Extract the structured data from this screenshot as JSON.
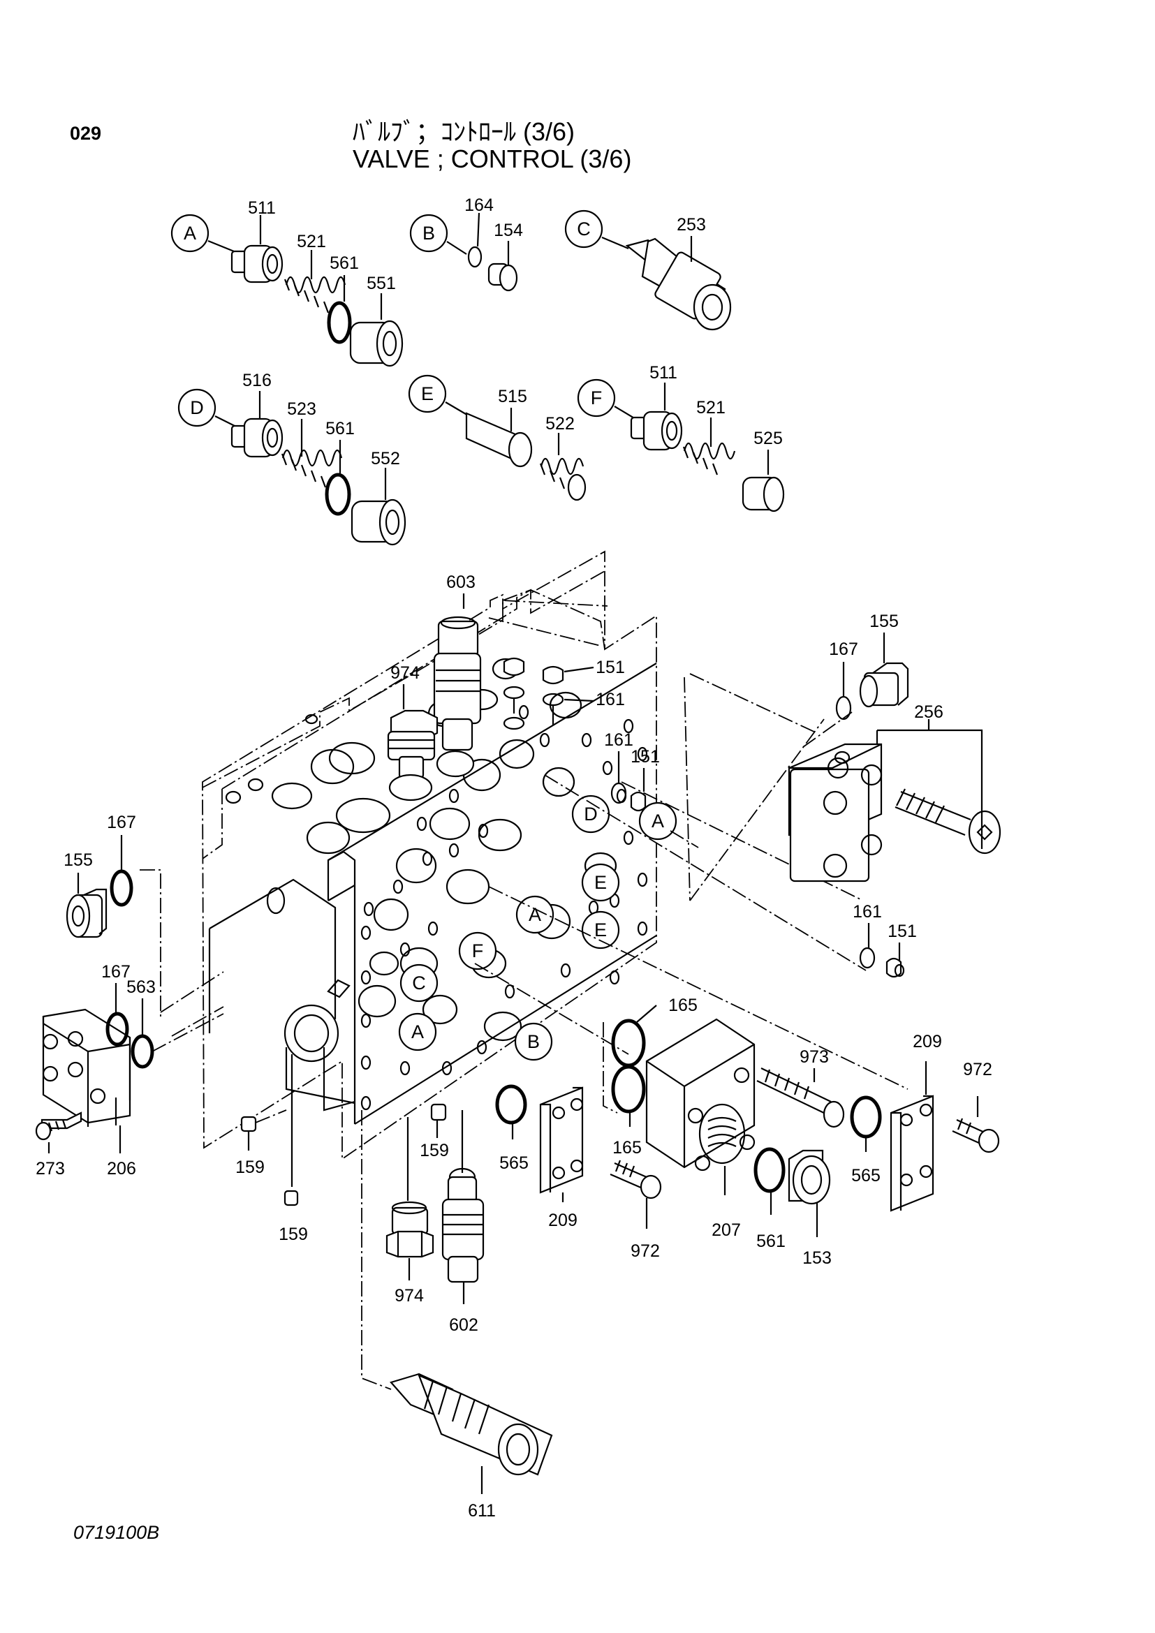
{
  "header": {
    "page_number": "029",
    "title_jp": "ﾊﾞﾙﾌﾞ；ｺﾝﾄﾛｰﾙ (3/6)",
    "title_en": "VALVE ; CONTROL (3/6)"
  },
  "footer": {
    "drawing_number": "0719100B"
  },
  "detail_keys": {
    "A": "A",
    "B": "B",
    "C": "C",
    "D": "D",
    "E": "E",
    "F": "F"
  },
  "part_labels": {
    "p511a": "511",
    "p521a": "521",
    "p561a": "561",
    "p551": "551",
    "p164": "164",
    "p154": "154",
    "p253": "253",
    "p516": "516",
    "p523": "523",
    "p561b": "561",
    "p552": "552",
    "p515": "515",
    "p522": "522",
    "p511b": "511",
    "p521b": "521",
    "p525": "525",
    "p603": "603",
    "p974a": "974",
    "p151a": "151",
    "p161a": "161",
    "p167a": "167",
    "p155a": "155",
    "p256": "256",
    "p161b": "161",
    "p151b": "151",
    "p161c": "161",
    "p151c": "151",
    "p167b": "167",
    "p155b": "155",
    "p167c": "167",
    "p563": "563",
    "p273": "273",
    "p206": "206",
    "p159a": "159",
    "p159b": "159",
    "p159c": "159",
    "p165a": "165",
    "p165b": "165",
    "p973": "973",
    "p209a": "209",
    "p972a": "972",
    "p565a": "565",
    "p209b": "209",
    "p972b": "972",
    "p207": "207",
    "p561c": "561",
    "p153": "153",
    "p565b": "565",
    "p974b": "974",
    "p602": "602",
    "p611": "611"
  },
  "body_keys": {
    "D1": "D",
    "A1": "A",
    "E1": "E",
    "A2": "A",
    "E2": "E",
    "F1": "F",
    "C1": "C",
    "A3": "A",
    "B1": "B"
  }
}
